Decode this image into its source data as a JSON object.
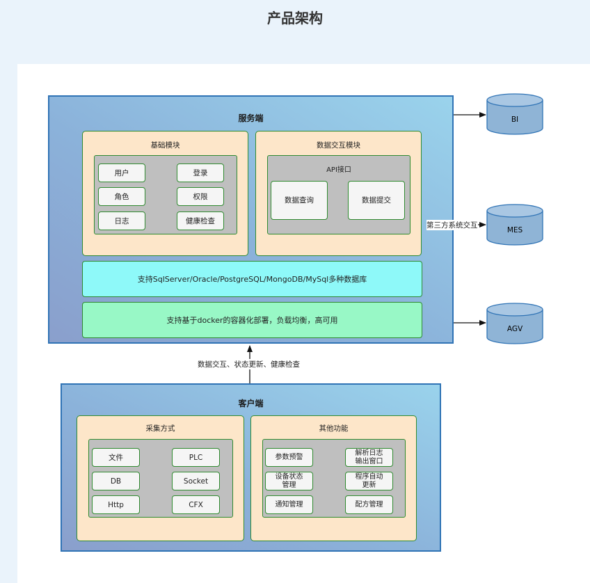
{
  "page_title": "产品架构",
  "server": {
    "title": "服务端",
    "basic_module": {
      "title": "基础模块",
      "items": [
        "用户",
        "登录",
        "角色",
        "权限",
        "日志",
        "健康检查"
      ]
    },
    "data_exchange_module": {
      "title": "数据交互模块",
      "api": {
        "title": "API接口",
        "items": [
          "数据查询",
          "数据提交"
        ]
      }
    },
    "database_support": "支持SqlServer/Oracle/PostgreSQL/MongoDB/MySql多种数据库",
    "docker_support": "支持基于docker的容器化部署，负载均衡，高可用"
  },
  "external_systems": [
    "BI",
    "MES",
    "AGV"
  ],
  "third_party_label": "第三方系统交互",
  "client_link_label": "数据交互、状态更新、健康检查",
  "client": {
    "title": "客户端",
    "collection": {
      "title": "采集方式",
      "items": [
        "文件",
        "PLC",
        "DB",
        "Socket",
        "Http",
        "CFX"
      ]
    },
    "other": {
      "title": "其他功能",
      "items": [
        "参数预警",
        "解析日志输出窗口",
        "设备状态管理",
        "程序自动更新",
        "通知管理",
        "配方管理"
      ]
    }
  },
  "colors": {
    "panel_border": "#2f73b5",
    "module_fill": "#fde6c9",
    "module_border": "#2f8a2f",
    "db_bar_fill": "#8ef9f9",
    "docker_bar_fill": "#98f8c6",
    "cylinder_fill": "#8fb4d6"
  }
}
